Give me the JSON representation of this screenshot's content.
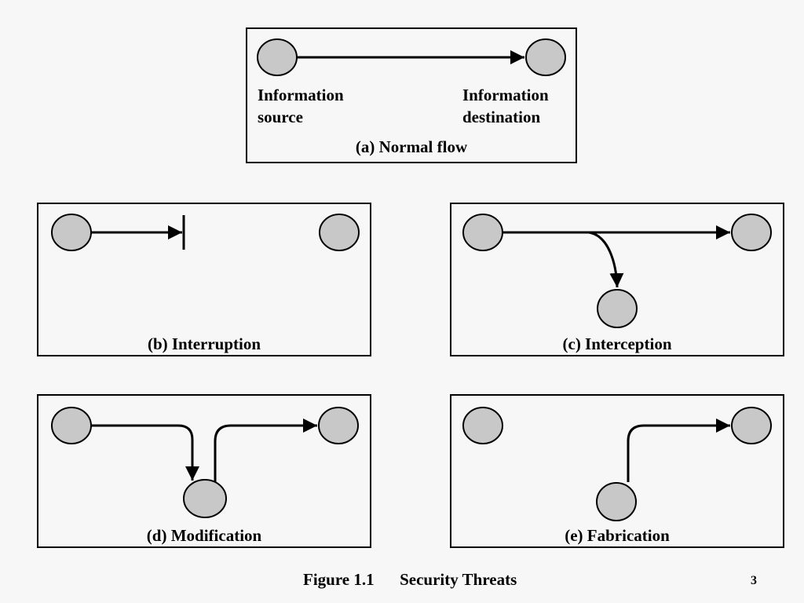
{
  "figure": {
    "number": "Figure 1.1",
    "title": "Security Threats",
    "page_number": "3"
  },
  "panels": {
    "normal": {
      "caption": "(a) Normal flow",
      "source_label": [
        "Information",
        "source"
      ],
      "destination_label": [
        "Information",
        "destination"
      ]
    },
    "interruption": {
      "caption": "(b) Interruption"
    },
    "interception": {
      "caption": "(c) Interception"
    },
    "modification": {
      "caption": "(d) Modification"
    },
    "fabrication": {
      "caption": "(e) Fabrication"
    }
  },
  "colors": {
    "node_fill": "#c8c8c8",
    "stroke": "#000000",
    "background": "#f7f7f7"
  }
}
